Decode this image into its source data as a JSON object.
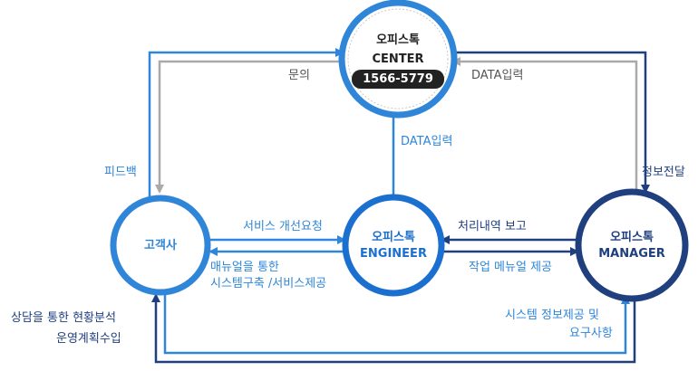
{
  "center": {
    "name": "오피스톡",
    "sub": "CENTER",
    "phone": "1566-5779"
  },
  "customer": {
    "name": "고객사"
  },
  "engineer": {
    "name": "오피스톡",
    "sub": "ENGINEER"
  },
  "manager": {
    "name": "오피스톡",
    "sub": "MANAGER"
  },
  "labels": {
    "inquiry": "문의",
    "data_input_right": "DATA입력",
    "data_input_mid": "DATA입력",
    "feedback": "피드백",
    "info_delivery": "정보전달",
    "service_improve": "서비스 개선요청",
    "manual_system_1": "매뉴얼을 통한",
    "manual_system_2": "시스템구축 /서비스제공",
    "process_report": "처리내역 보고",
    "work_manual": "작업 메뉴얼 제공",
    "consult_1": "상담을 통한 현황분석",
    "consult_2": "운영계획수입",
    "system_info_1": "시스템 정보제공 및",
    "system_info_2": "요구사항"
  },
  "colors": {
    "light_blue": "#2f86d8",
    "mid_blue": "#1a6fcf",
    "dark_blue": "#1f3f7f",
    "gray": "#a9a9a9",
    "pill": "#222222"
  }
}
